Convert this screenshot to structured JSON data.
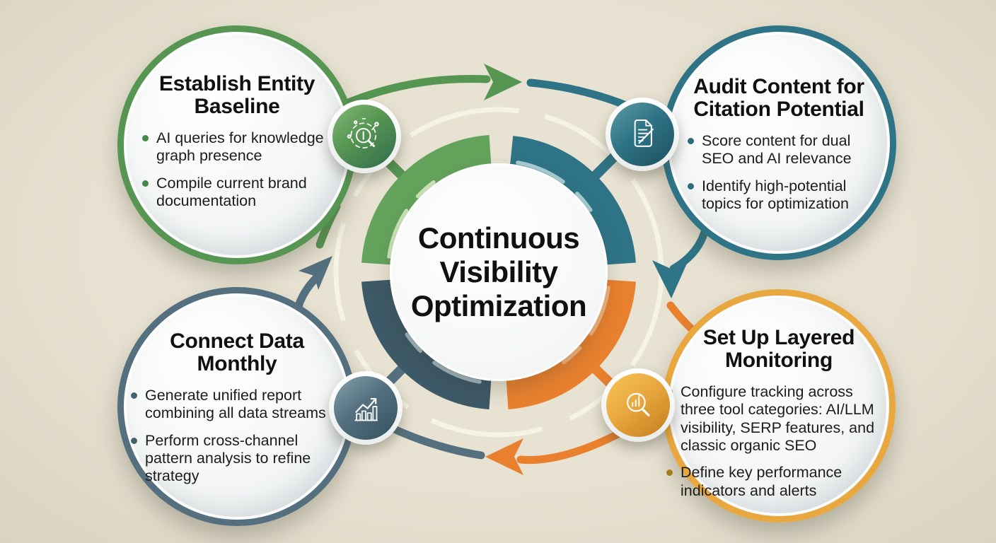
{
  "center": {
    "title": "Continuous Visibility Optimization"
  },
  "nodes": [
    {
      "id": "establish-entity-baseline",
      "position": "top-left",
      "title": "Establish Entity Baseline",
      "bullets": [
        "AI queries for knowledge graph presence",
        "Compile current brand documentation"
      ],
      "accent": "#569552",
      "icon": "network-search-icon"
    },
    {
      "id": "audit-content-citation",
      "position": "top-right",
      "title": "Audit Content for Citation Potential",
      "bullets": [
        "Score content for dual SEO and AI relevance",
        "Identify high-potential topics for optimization"
      ],
      "accent": "#2e7486",
      "icon": "document-edit-icon"
    },
    {
      "id": "layered-monitoring",
      "position": "bottom-right",
      "title": "Set Up Layered Monitoring",
      "bullets": [
        "Configure tracking across three tool categories: AI/LLM visibility, SERP features, and classic organic SEO",
        "Define key performance indicators and alerts"
      ],
      "accent": "#e9a83f",
      "icon": "magnifier-bar-chart-icon"
    },
    {
      "id": "connect-data-monthly",
      "position": "bottom-left",
      "title": "Connect Data Monthly",
      "bullets": [
        "Generate unified report combining all data streams",
        "Perform cross-channel pattern analysis to refine strategy"
      ],
      "accent": "#54707e",
      "icon": "trend-bar-chart-icon"
    }
  ],
  "palette": {
    "bg": "#e8e2d2",
    "bg-edge": "#d9d3c1",
    "ink": "#101010",
    "green": "#569552",
    "green-deep": "#2f6b4d",
    "green-ring": "#63a35c",
    "green-dash": "#cde4b8",
    "green-dot": "#3f8a4b",
    "teal": "#2e7486",
    "teal-deep": "#1c4f5c",
    "teal-dash": "#a6cdd3",
    "teal-dot": "#2b6d7d",
    "slate": "#54707e",
    "slate-deep": "#33505e",
    "slate-ring": "#3d5866",
    "slate-dash": "#9fb7c0",
    "slate-dot": "#44626f",
    "amber": "#e9a83f",
    "amber-deep": "#c37d1c",
    "amber-dot": "#aa7a21",
    "orange": "#e8802e",
    "orange-dash": "#f5b57d"
  }
}
